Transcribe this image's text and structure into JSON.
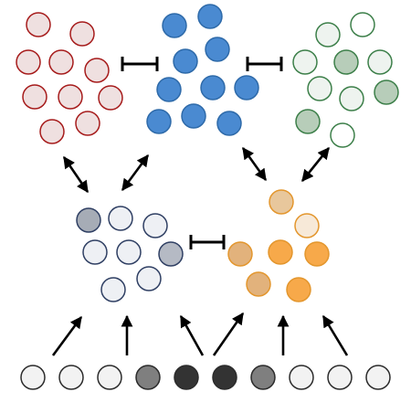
{
  "diagram": {
    "clusters": [
      {
        "name": "red-cluster",
        "stroke": "#a61b1b",
        "fills": [
          "#efe0e0",
          "#efe0e0",
          "#efe0e0",
          "#efe0e0",
          "#efe0e0",
          "#efe0e0",
          "#efe0e0",
          "#efe0e0",
          "#efe0e0",
          "#efe0e0",
          "#efe0e0"
        ]
      },
      {
        "name": "blue-cluster",
        "stroke": "#2e6aa9",
        "fills": [
          "#4a8ad1",
          "#4a8ad1",
          "#4a8ad1",
          "#4a8ad1",
          "#4a8ad1",
          "#4a8ad1",
          "#4a8ad1",
          "#4a8ad1",
          "#4a8ad1",
          "#4a8ad1",
          "#4a8ad1",
          "#4a8ad1"
        ]
      },
      {
        "name": "green-cluster",
        "stroke": "#3c7f49",
        "fills": [
          "#eef3ef",
          "#ffffff",
          "#eef3ef",
          "#b7cdb9",
          "#eef3ef",
          "#eef3ef",
          "#eef3ef",
          "#b7cdb9",
          "#b7cdb9",
          "#ffffff",
          "#37a148"
        ]
      },
      {
        "name": "gray-cluster",
        "stroke": "#2f3f63",
        "fills": [
          "#a6acb6",
          "#eef0f4",
          "#eef0f4",
          "#eef0f4",
          "#eef0f4",
          "#b5bac4",
          "#eef0f4",
          "#eef0f4"
        ]
      },
      {
        "name": "orange-cluster",
        "stroke": "#e3962d",
        "fills": [
          "#e8c79c",
          "#f7e9d8",
          "#e2b27c",
          "#f7a94a",
          "#f7a94a",
          "#e2b27c",
          "#f7a94a",
          "#f7a94a"
        ]
      }
    ],
    "inputs": {
      "stroke": "#2b2b2b",
      "fills": [
        "#f2f2f2",
        "#f2f2f2",
        "#f2f2f2",
        "#7f7f7f",
        "#333333",
        "#333333",
        "#7f7f7f",
        "#f2f2f2",
        "#f2f2f2",
        "#f2f2f2"
      ]
    },
    "colors": {
      "arrow": "#000000"
    }
  }
}
